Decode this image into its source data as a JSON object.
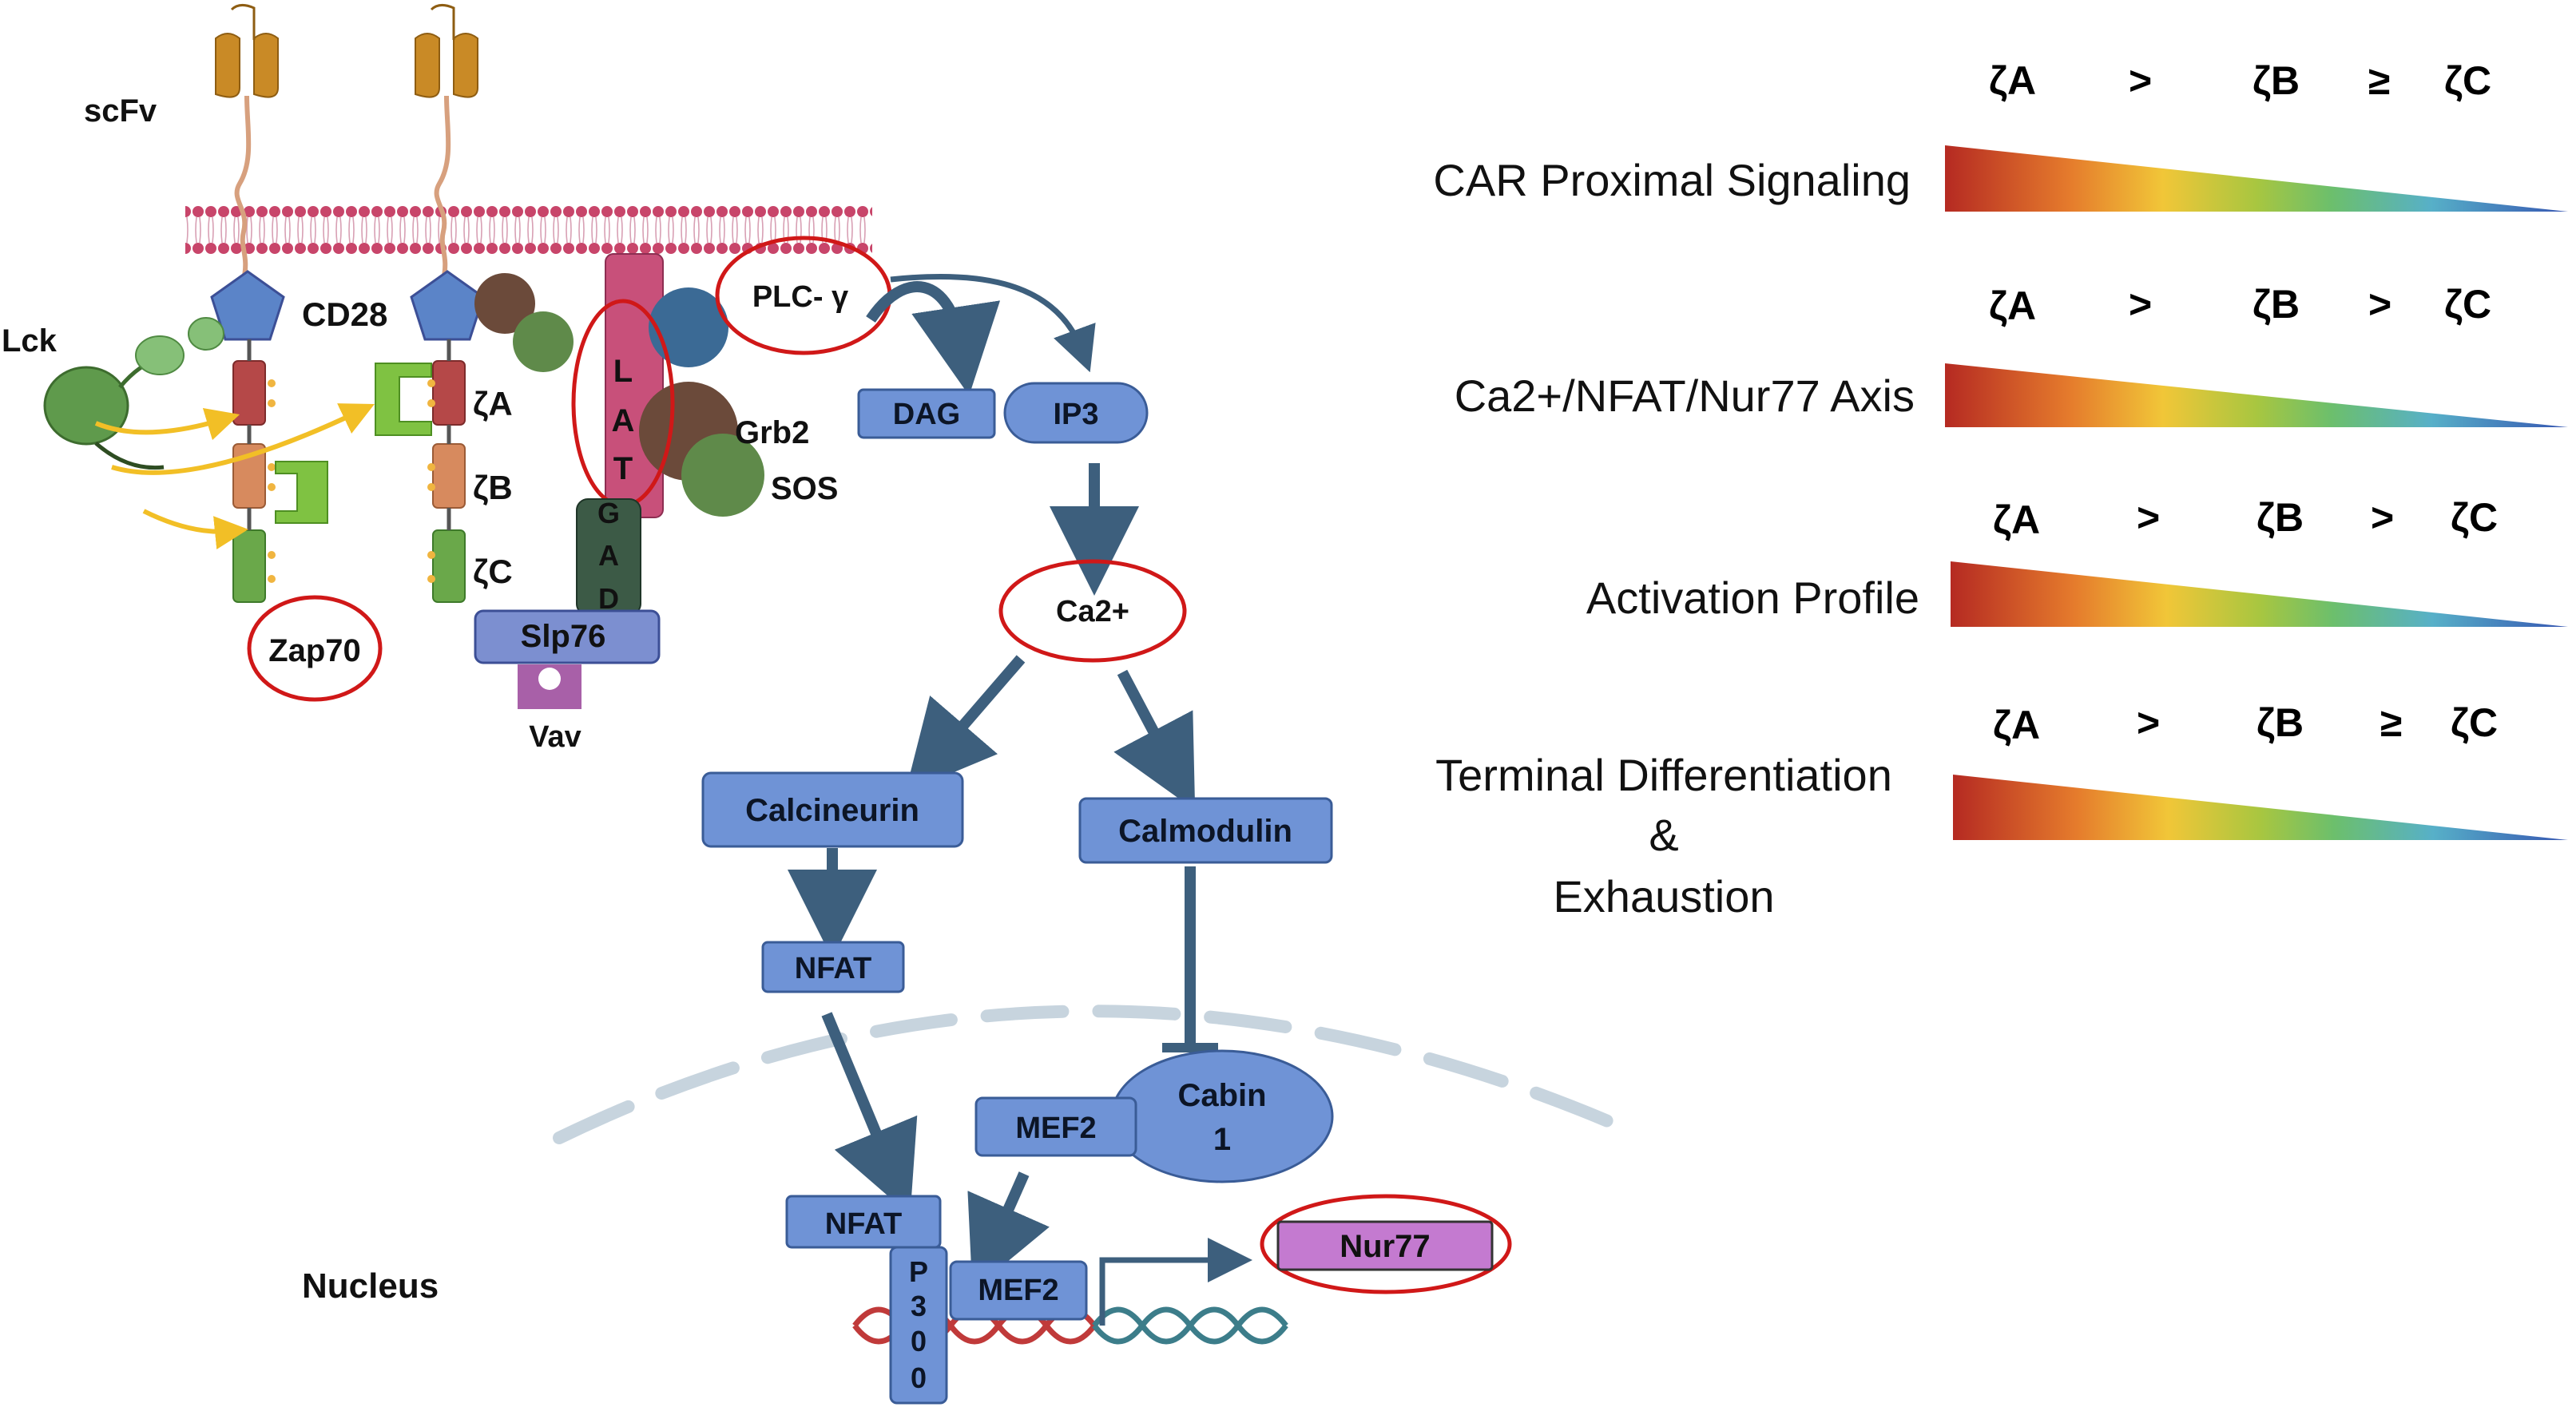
{
  "left": {
    "scfv": "scFv",
    "lck": "Lck",
    "cd28": "CD28",
    "zap70": "Zap70",
    "zeta_a": "ζA",
    "zeta_b": "ζB",
    "zeta_c": "ζC",
    "lat": [
      "L",
      "A",
      "T"
    ],
    "gad": [
      "G",
      "A",
      "D"
    ],
    "slp76": "Slp76",
    "vav": "Vav",
    "grb2": "Grb2",
    "sos": "SOS",
    "plc": "PLC- γ",
    "dag": "DAG",
    "ip3": "IP3",
    "ca2": "Ca2+",
    "calcineurin": "Calcineurin",
    "calmodulin": "Calmodulin",
    "nfat_cyto": "NFAT",
    "mef2_top": "MEF2",
    "cabin_line1": "Cabin",
    "cabin_line2": "1",
    "nfat_nuc": "NFAT",
    "mef2_nuc": "MEF2",
    "p300": [
      "P",
      "3",
      "0",
      "0"
    ],
    "nur77": "Nur77",
    "nucleus": "Nucleus"
  },
  "right": {
    "rows": [
      {
        "title_lines": [
          "CAR Proximal Signaling"
        ],
        "items": [
          "ζA",
          ">",
          "ζB",
          "≥",
          "ζC"
        ]
      },
      {
        "title_lines": [
          "Ca2+/NFAT/Nur77 Axis"
        ],
        "items": [
          "ζA",
          ">",
          "ζB",
          ">",
          "ζC"
        ]
      },
      {
        "title_lines": [
          "Activation Profile"
        ],
        "items": [
          "ζA",
          ">",
          "ζB",
          ">",
          "ζC"
        ]
      },
      {
        "title_lines": [
          "Terminal Differentiation",
          "&",
          "Exhaustion"
        ],
        "items": [
          "ζA",
          ">",
          "ζB",
          "≥",
          "ζC"
        ]
      }
    ]
  },
  "colors": {
    "box_fill": "#6f93d6",
    "box_stroke": "#3a5c97",
    "highlight_ring": "#d01818",
    "arrow": "#3d5f7d",
    "nur77_fill": "#c47ad0",
    "gradient_start": "#b52a22",
    "gradient_mid": "#f1c638",
    "gradient_end": "#3656b2"
  }
}
